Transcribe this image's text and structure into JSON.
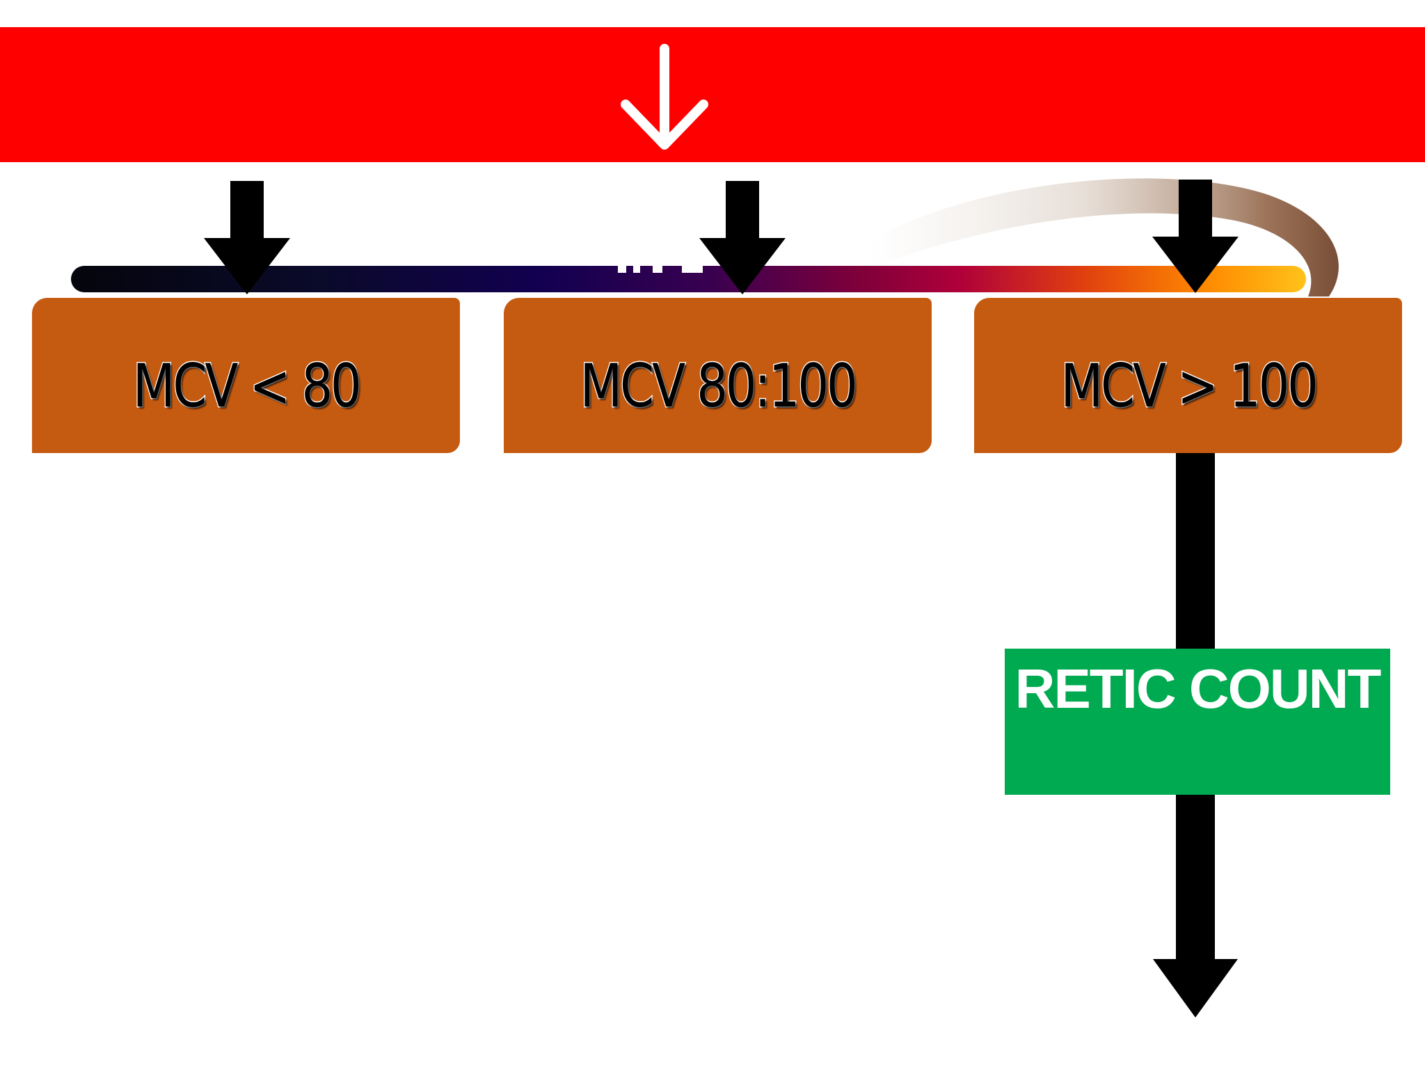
{
  "colors": {
    "banner": "#ff0000",
    "box": "#c55a11",
    "retic_box": "#00aa50",
    "arrow": "#000000",
    "bar_start": "#05050d",
    "bar_end": "#ffc21a"
  },
  "icons": {
    "banner_arrow": "down-arrow-icon",
    "flow_arrow": "arrow-down-icon"
  },
  "branches": [
    {
      "label": "MCV < 80"
    },
    {
      "label": "MCV 80:100"
    },
    {
      "label": "MCV > 100"
    }
  ],
  "retic": {
    "label": "RETIC COUNT"
  }
}
